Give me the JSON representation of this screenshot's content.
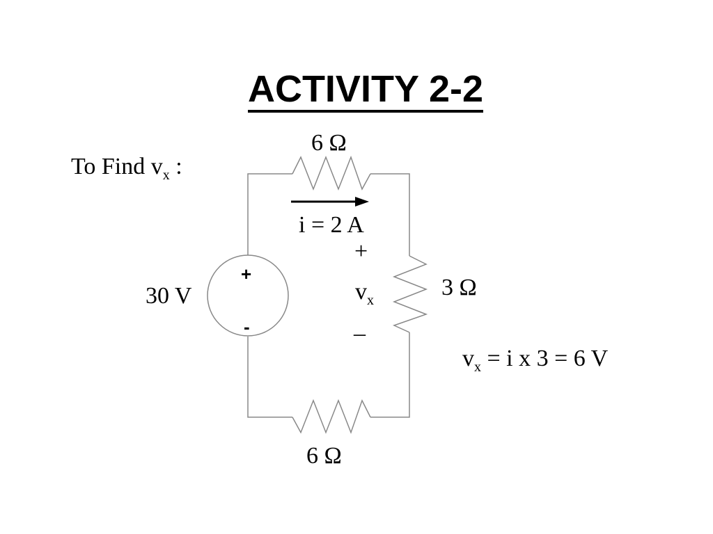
{
  "title": "ACTIVITY 2-2",
  "intro": {
    "prefix": "To Find v",
    "subscript": "x",
    "suffix": " :"
  },
  "labels": {
    "top_resistor": "6 Ω",
    "bottom_resistor": "6 Ω",
    "right_resistor": "3 Ω",
    "source_voltage": "30 V",
    "source_plus": "+",
    "source_minus": "-",
    "current": "i = 2 A",
    "vx_plus": "+",
    "vx_minus": "–",
    "vx_var": "v",
    "vx_sub": "x"
  },
  "equation": {
    "var": "v",
    "sub": "x",
    "rest": " = i x 3 = 6 V"
  },
  "colors": {
    "wire": "#888888",
    "ink": "#000000"
  }
}
